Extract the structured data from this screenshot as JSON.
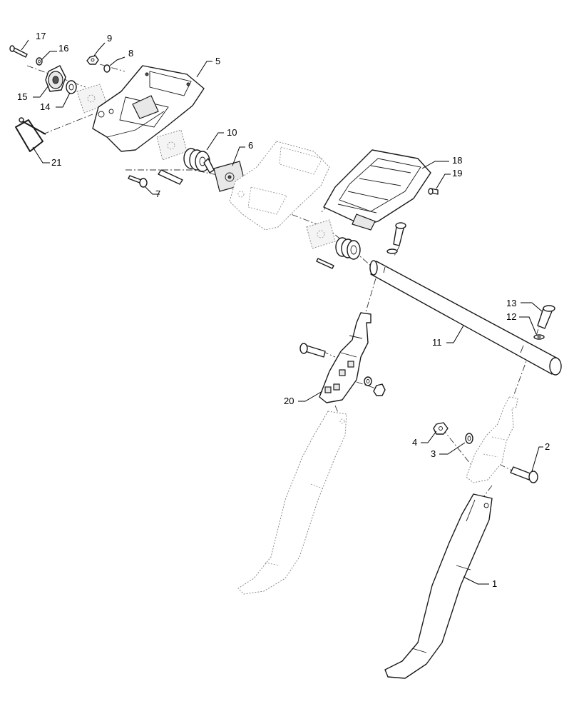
{
  "diagram": {
    "type": "exploded-parts-diagram",
    "callouts": [
      {
        "id": "c17",
        "label": "17"
      },
      {
        "id": "c16",
        "label": "16"
      },
      {
        "id": "c9",
        "label": "9"
      },
      {
        "id": "c8",
        "label": "8"
      },
      {
        "id": "c5",
        "label": "5"
      },
      {
        "id": "c15",
        "label": "15"
      },
      {
        "id": "c14",
        "label": "14"
      },
      {
        "id": "c21",
        "label": "21"
      },
      {
        "id": "c10",
        "label": "10"
      },
      {
        "id": "c6",
        "label": "6"
      },
      {
        "id": "c7",
        "label": "7"
      },
      {
        "id": "c18",
        "label": "18"
      },
      {
        "id": "c19",
        "label": "19"
      },
      {
        "id": "c13",
        "label": "13"
      },
      {
        "id": "c12",
        "label": "12"
      },
      {
        "id": "c11",
        "label": "11"
      },
      {
        "id": "c20",
        "label": "20"
      },
      {
        "id": "c4",
        "label": "4"
      },
      {
        "id": "c2",
        "label": "2"
      },
      {
        "id": "c3",
        "label": "3"
      },
      {
        "id": "c1",
        "label": "1"
      }
    ]
  }
}
